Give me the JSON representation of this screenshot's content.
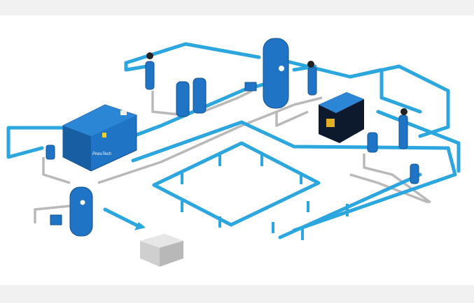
{
  "diagram": {
    "brand_logo": "PneuTech",
    "colors": {
      "pipe_air": "#2ba6de",
      "pipe_return": "#b9b9b9",
      "equipment": "#1f74c6",
      "dryer": "#0d1a2e"
    },
    "components": [
      "air-compressor",
      "receiver-tank-small",
      "receiver-tank-large",
      "desiccant-dryer",
      "refrigerated-dryer",
      "filters",
      "ring-main",
      "drop-legs",
      "air-user-box"
    ]
  }
}
